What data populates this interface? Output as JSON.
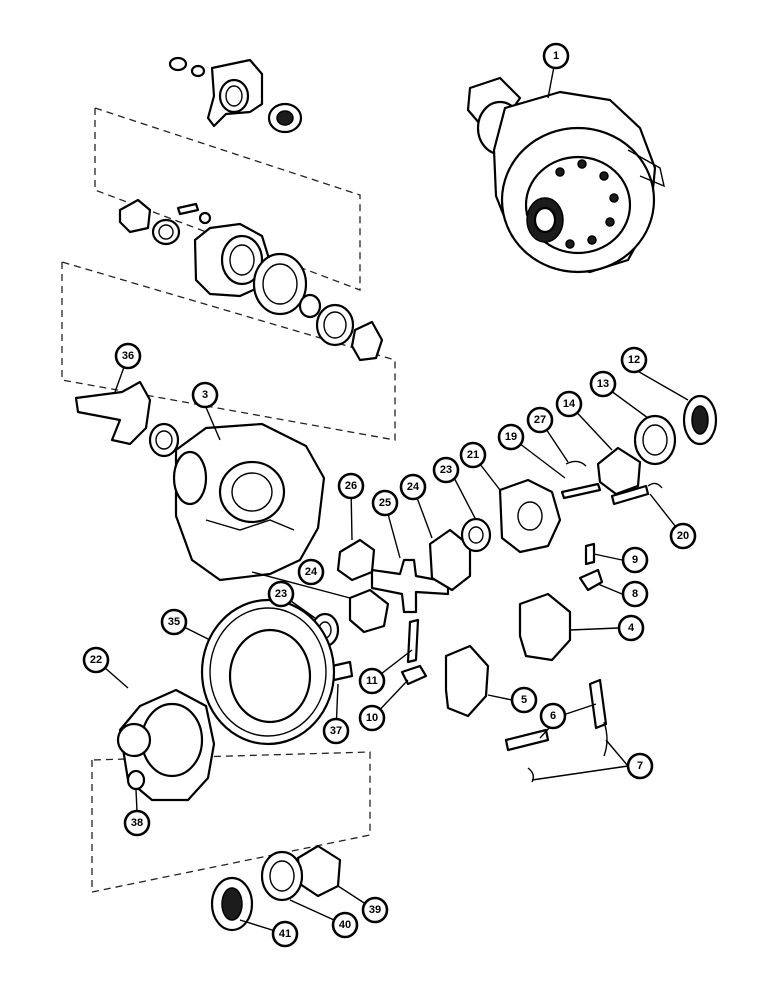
{
  "callouts": [
    {
      "id": "1",
      "label": "1"
    },
    {
      "id": "3",
      "label": "3"
    },
    {
      "id": "4",
      "label": "4"
    },
    {
      "id": "5",
      "label": "5"
    },
    {
      "id": "6",
      "label": "6"
    },
    {
      "id": "7",
      "label": "7"
    },
    {
      "id": "8",
      "label": "8"
    },
    {
      "id": "9",
      "label": "9"
    },
    {
      "id": "10",
      "label": "10"
    },
    {
      "id": "11",
      "label": "11"
    },
    {
      "id": "12",
      "label": "12"
    },
    {
      "id": "13",
      "label": "13"
    },
    {
      "id": "14",
      "label": "14"
    },
    {
      "id": "19",
      "label": "19"
    },
    {
      "id": "20",
      "label": "20"
    },
    {
      "id": "21",
      "label": "21"
    },
    {
      "id": "22",
      "label": "22"
    },
    {
      "id": "23a",
      "label": "23"
    },
    {
      "id": "23b",
      "label": "23"
    },
    {
      "id": "24a",
      "label": "24"
    },
    {
      "id": "24b",
      "label": "24"
    },
    {
      "id": "25",
      "label": "25"
    },
    {
      "id": "26",
      "label": "26"
    },
    {
      "id": "27",
      "label": "27"
    },
    {
      "id": "35",
      "label": "35"
    },
    {
      "id": "36",
      "label": "36"
    },
    {
      "id": "37",
      "label": "37"
    },
    {
      "id": "38",
      "label": "38"
    },
    {
      "id": "39",
      "label": "39"
    },
    {
      "id": "40",
      "label": "40"
    },
    {
      "id": "41",
      "label": "41"
    }
  ]
}
